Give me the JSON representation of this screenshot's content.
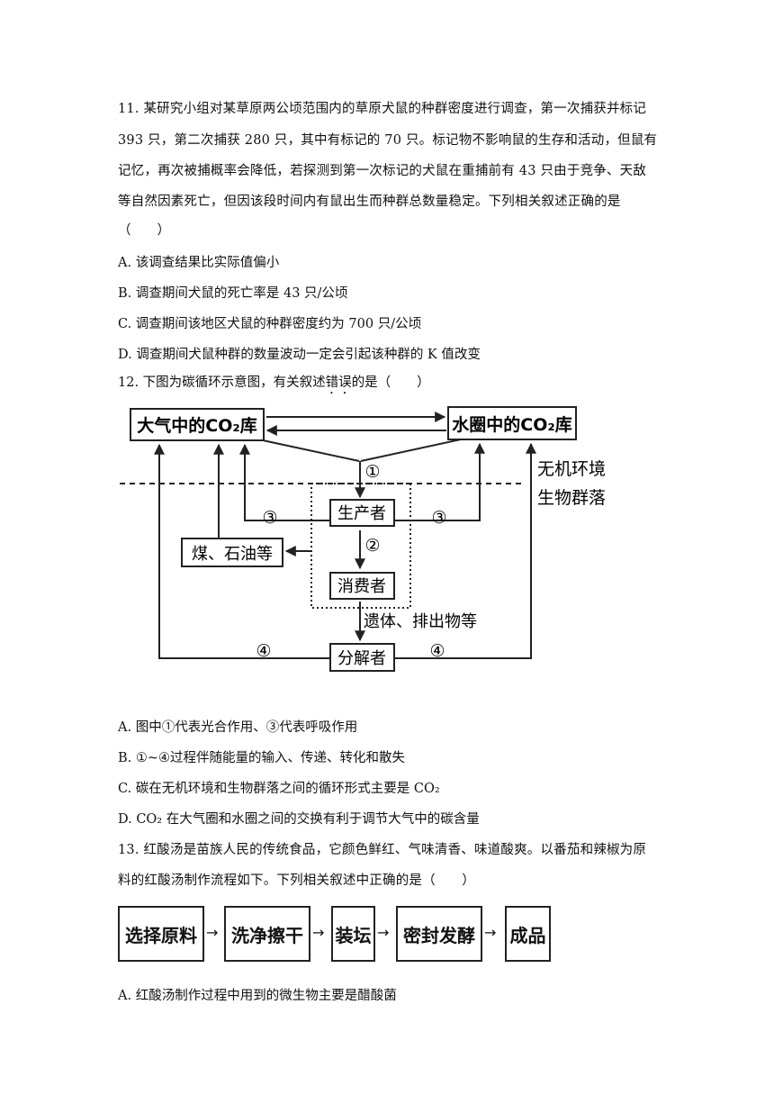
{
  "q11": {
    "line1": "11. 某研究小组对某草原两公顷范围内的草原犬鼠的种群密度进行调查，第一次捕获并标记",
    "line2": "393 只，第二次捕获 280 只，其中有标记的 70 只。标记物不影响鼠的生存和活动，但鼠有",
    "line3": "记忆，再次被捕概率会降低，若探测到第一次标记的犬鼠在重捕前有 43 只由于竞争、天敌",
    "line4": "等自然因素死亡，但因该段时间内有鼠出生而种群总数量稳定。下列相关叙述正确的是",
    "paren": "（　　）",
    "options": [
      "A. 该调查结果比实际值偏小",
      "B. 调查期间犬鼠的死亡率是 43 只/公顷",
      "C. 调查期间该地区犬鼠的种群密度约为 700 只/公顷",
      "D. 调查期间犬鼠种群的数量波动一定会引起该种群的 K 值改变"
    ]
  },
  "q12": {
    "stem_before": "12. 下图为碳循环示意图，有关叙述",
    "stem_emph": "错误",
    "stem_after": "的是（　　）",
    "diagram": {
      "atmosphere": "大气中的CO₂库",
      "hydrosphere": "水圈中的CO₂库",
      "abiotic": "无机环境",
      "biotic": "生物群落",
      "producer": "生产者",
      "consumer": "消费者",
      "decomposer": "分解者",
      "fossil": "煤、石油等",
      "remains": "遗体、排出物等",
      "n1": "①",
      "n2": "②",
      "n3": "③",
      "n4": "④"
    },
    "options": [
      "A. 图中①代表光合作用、③代表呼吸作用",
      "B. ①~④过程伴随能量的输入、传递、转化和散失",
      "C. 碳在无机环境和生物群落之间的循环形式主要是 CO₂",
      "D. CO₂ 在大气圈和水圈之间的交换有利于调节大气中的碳含量"
    ]
  },
  "q13": {
    "line1": "13. 红酸汤是苗族人民的传统食品，它颜色鲜红、气味清香、味道酸爽。以番茄和辣椒为原",
    "line2": "料的红酸汤制作流程如下。下列相关叙述中正确的是（　　）",
    "flow": [
      "选择原料",
      "洗净擦干",
      "装坛",
      "密封发酵",
      "成品"
    ],
    "arrow": "→",
    "optionA": "A. 红酸汤制作过程中用到的微生物主要是醋酸菌"
  }
}
